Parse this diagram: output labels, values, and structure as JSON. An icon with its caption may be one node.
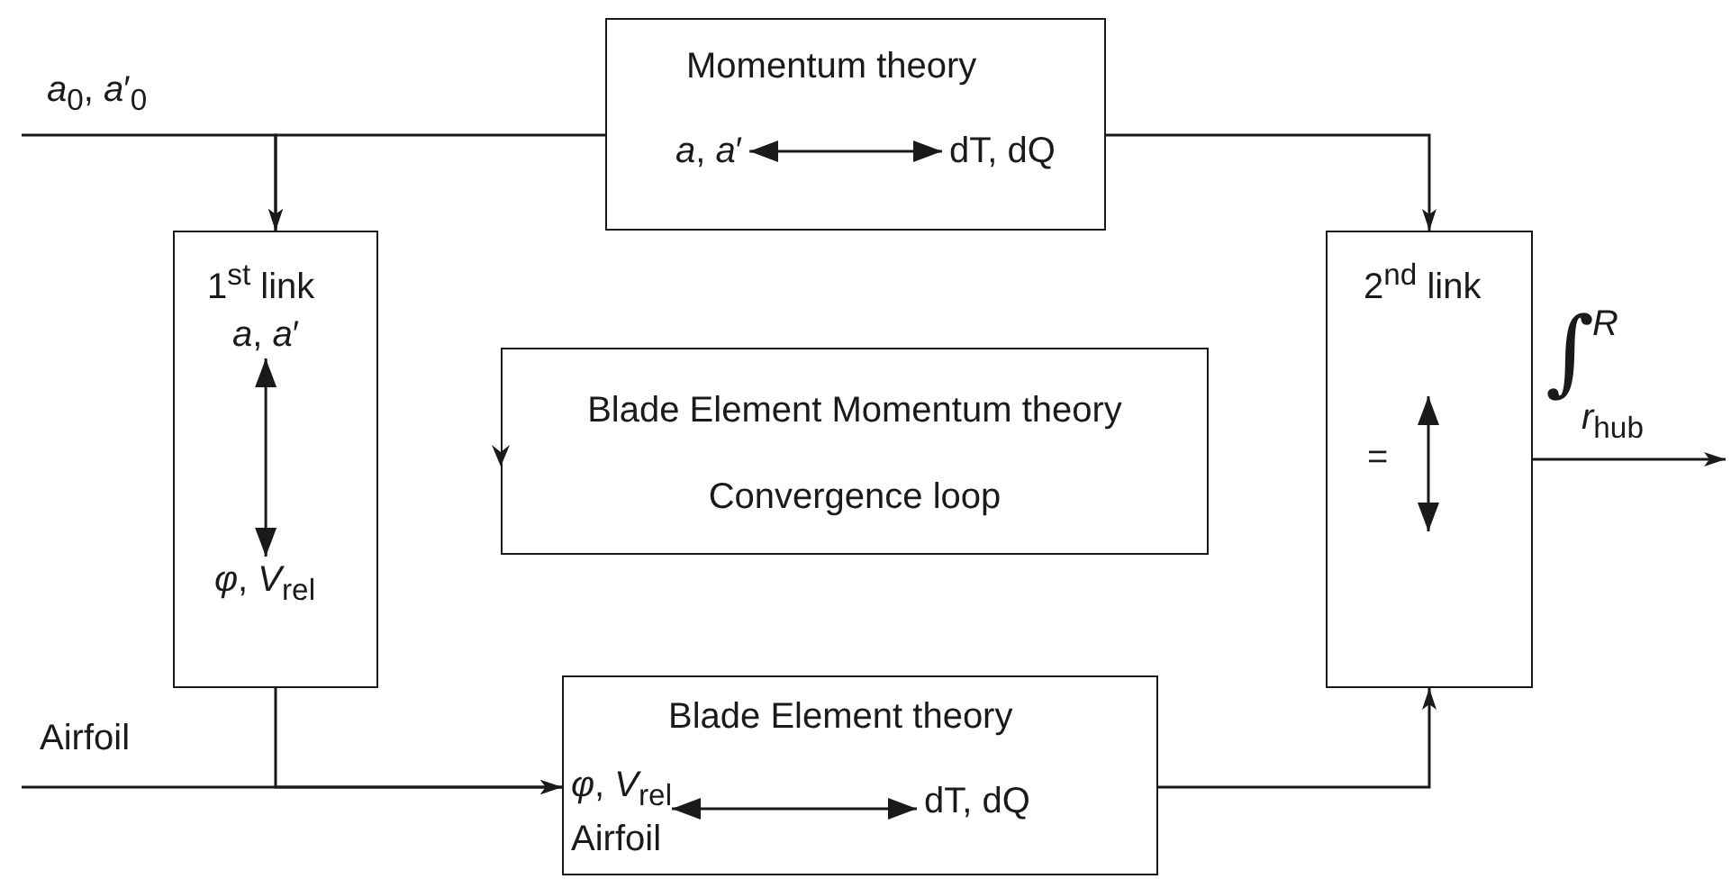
{
  "diagram": {
    "nodes": [
      {
        "text": [
          "Momentum theory"
        ]
      },
      {
        "text": [
          "*a*, *a*′"
        ],
        "in": 0
      },
      {
        "text": [
          "dT, dQ"
        ],
        "in": 0
      },
      {
        "text": [
          "1$^{st}$ link"
        ]
      },
      {
        "text": [
          "*a*, *a*′"
        ],
        "in": 3
      },
      {
        "text": [
          "*φ*, *V*$_{rel}$"
        ],
        "in": 3
      },
      {
        "text": [
          "Blade Element Momentum theory",
          "Convergence loop"
        ]
      },
      {
        "text": [
          "2$^{nd}$ link",
          "="
        ]
      },
      {
        "text": [
          "Blade Element theory"
        ]
      },
      {
        "text": [
          "*φ*, *V*$_{rel}$",
          "Airfoil"
        ],
        "in": 8
      },
      {
        "text": [
          "dT, dQ"
        ],
        "in": 8
      }
    ],
    "edges": [
      {
        "from": null,
        "to": 3,
        "arrow": "to",
        "label": "*a*$_{0}$, *a*′$_{0}$"
      },
      {
        "from": 0,
        "to": 3,
        "arrow": "to"
      },
      {
        "from": 1,
        "to": 2,
        "arrow": "both"
      },
      {
        "from": 4,
        "to": 5,
        "arrow": "both"
      },
      {
        "from": 3,
        "to": 8,
        "arrow": "to"
      },
      {
        "from": null,
        "to": 8,
        "arrow": "to",
        "label": "Airfoil"
      },
      {
        "from": 0,
        "to": 7,
        "arrow": "to"
      },
      {
        "from": 8,
        "to": 7,
        "arrow": "to"
      },
      {
        "from": 7,
        "to": null,
        "arrow": "to"
      },
      {
        "from": 9,
        "to": 10,
        "arrow": "both"
      }
    ],
    "labels": [
      "∫",
      "*R*",
      "*r*$_{hub}$"
    ]
  }
}
